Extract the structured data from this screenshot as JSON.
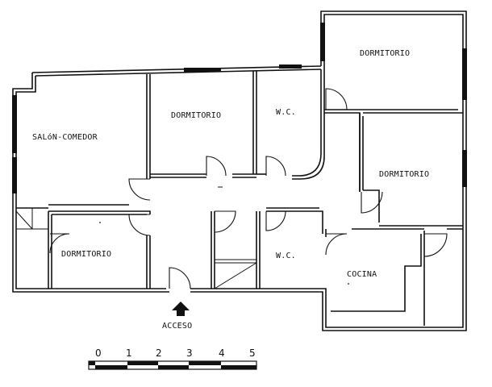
{
  "rooms": {
    "salon_comedor": "SALóN-COMEDOR",
    "dormitorio_1": "DORMITORIO",
    "wc_1": "W.C.",
    "dormitorio_2": "DORMITORIO",
    "dormitorio_3": "DORMITORIO",
    "dormitorio_4": "DORMITORIO",
    "wc_2": "W.C.",
    "cocina": "COCINA"
  },
  "entrance": {
    "label": "ACCESO"
  },
  "scale_bar": {
    "ticks": [
      "0",
      "1",
      "2",
      "3",
      "4",
      "5"
    ]
  }
}
